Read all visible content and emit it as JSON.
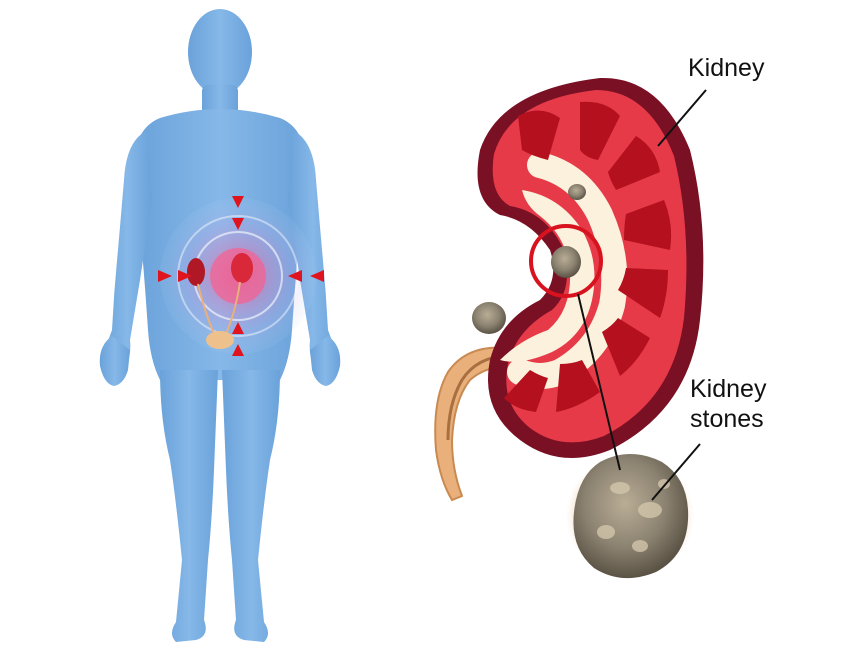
{
  "labels": {
    "kidney": "Kidney",
    "kidney_stones_line1": "Kidney",
    "kidney_stones_line2": "stones"
  },
  "colors": {
    "body": "#79aee2",
    "body_shade": "#5f97d0",
    "pain_glow": "#e8408a",
    "pain_arrow": "#e0141e",
    "kidney_outer": "#7a1024",
    "kidney_cortex": "#e63a48",
    "kidney_pyramid": "#b5101e",
    "kidney_pelvis": "#fbf1dc",
    "ureter": "#e9b07c",
    "stone": "#8a8170",
    "highlight_circle": "#d8121e",
    "leader_line": "#111111"
  }
}
